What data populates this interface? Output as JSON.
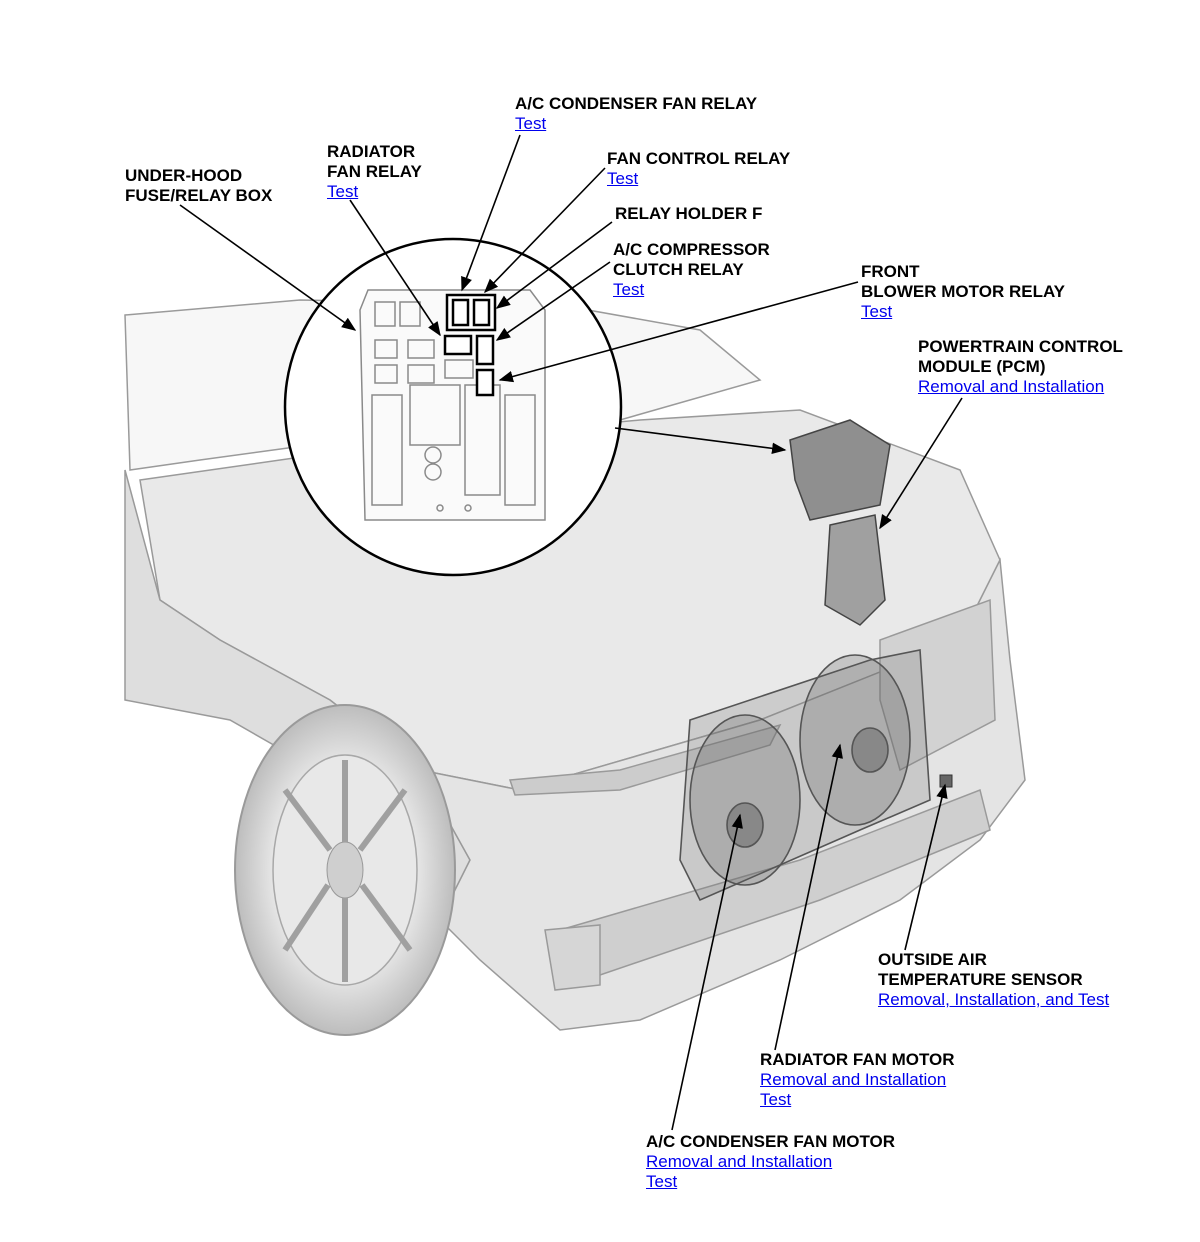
{
  "callouts": {
    "ac_condenser_fan_relay": {
      "title": "A/C CONDENSER FAN RELAY",
      "links": [
        "Test"
      ]
    },
    "radiator_fan_relay": {
      "title_line1": "RADIATOR",
      "title_line2": "FAN RELAY",
      "links": [
        "Test"
      ]
    },
    "fan_control_relay": {
      "title": "FAN CONTROL RELAY",
      "links": [
        "Test"
      ]
    },
    "under_hood_fuse_relay_box": {
      "title_line1": "UNDER-HOOD",
      "title_line2": "FUSE/RELAY BOX"
    },
    "relay_holder_f": {
      "title": "RELAY HOLDER F"
    },
    "ac_compressor_clutch_relay": {
      "title_line1": "A/C COMPRESSOR",
      "title_line2": "CLUTCH RELAY",
      "links": [
        "Test"
      ]
    },
    "front_blower_motor_relay": {
      "title_line1": "FRONT",
      "title_line2": "BLOWER MOTOR RELAY",
      "links": [
        "Test"
      ]
    },
    "powertrain_control_module": {
      "title_line1": "POWERTRAIN CONTROL",
      "title_line2": "MODULE (PCM)",
      "links": [
        "Removal and Installation"
      ]
    },
    "outside_air_temperature_sensor": {
      "title_line1": "OUTSIDE AIR",
      "title_line2": "TEMPERATURE SENSOR",
      "links": [
        "Removal, Installation, and Test"
      ]
    },
    "radiator_fan_motor": {
      "title": "RADIATOR FAN MOTOR",
      "links": [
        "Removal and Installation",
        "Test"
      ]
    },
    "ac_condenser_fan_motor": {
      "title": "A/C CONDENSER FAN MOTOR",
      "links": [
        "Removal and Installation",
        "Test"
      ]
    }
  },
  "colors": {
    "link": "#0000ee",
    "label": "#000000",
    "outline": "#222222",
    "body_fill": "#ededed"
  }
}
